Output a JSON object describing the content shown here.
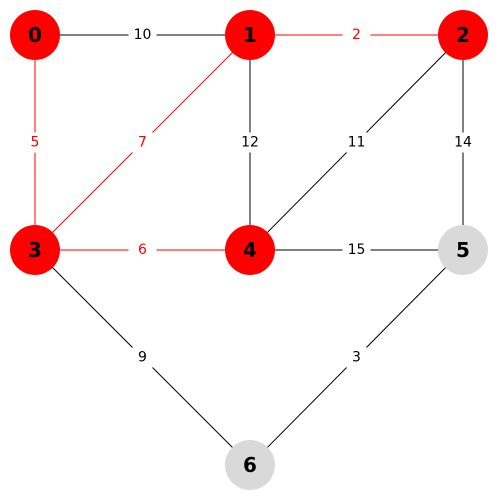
{
  "graph": {
    "colors": {
      "selected_node": "#ff0000",
      "unselected_node": "#d9d9d9",
      "selected_edge": "#ff0000",
      "unselected_edge": "#000000",
      "selected_label": "#ff0000",
      "unselected_label": "#000000",
      "node_text": "#000000",
      "background": "#ffffff"
    },
    "nodes": [
      {
        "id": "0",
        "label": "0",
        "selected": true
      },
      {
        "id": "1",
        "label": "1",
        "selected": true
      },
      {
        "id": "2",
        "label": "2",
        "selected": true
      },
      {
        "id": "3",
        "label": "3",
        "selected": true
      },
      {
        "id": "4",
        "label": "4",
        "selected": true
      },
      {
        "id": "5",
        "label": "5",
        "selected": false
      },
      {
        "id": "6",
        "label": "6",
        "selected": false
      }
    ],
    "edges": [
      {
        "from": "0",
        "to": "1",
        "weight": "10",
        "selected": false
      },
      {
        "from": "1",
        "to": "2",
        "weight": "2",
        "selected": true
      },
      {
        "from": "0",
        "to": "3",
        "weight": "5",
        "selected": true
      },
      {
        "from": "1",
        "to": "3",
        "weight": "7",
        "selected": true
      },
      {
        "from": "1",
        "to": "4",
        "weight": "12",
        "selected": false
      },
      {
        "from": "2",
        "to": "4",
        "weight": "11",
        "selected": false
      },
      {
        "from": "2",
        "to": "5",
        "weight": "14",
        "selected": false
      },
      {
        "from": "3",
        "to": "4",
        "weight": "6",
        "selected": true
      },
      {
        "from": "4",
        "to": "5",
        "weight": "15",
        "selected": false
      },
      {
        "from": "3",
        "to": "6",
        "weight": "9",
        "selected": false
      },
      {
        "from": "5",
        "to": "6",
        "weight": "3",
        "selected": false
      }
    ]
  }
}
